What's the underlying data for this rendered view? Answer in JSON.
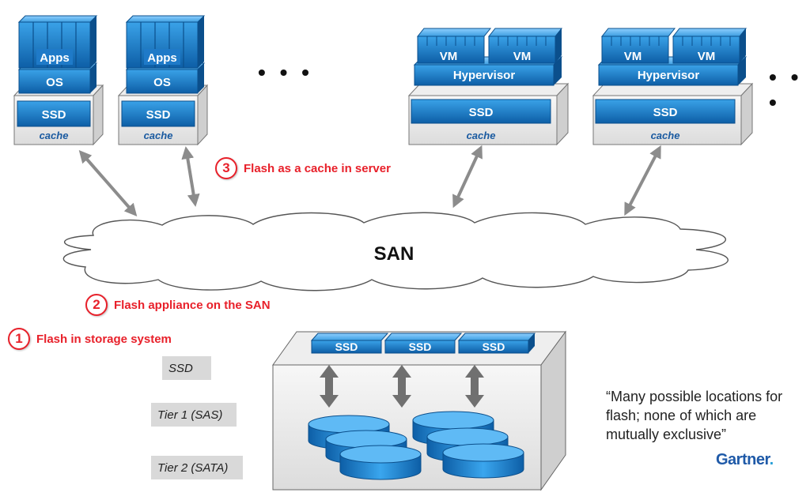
{
  "labels": {
    "apps": "Apps",
    "os": "OS",
    "ssd": "SSD",
    "cache": "cache",
    "vm": "VM",
    "hypervisor": "Hypervisor",
    "san": "SAN",
    "ellipsis": "• • •"
  },
  "callouts": [
    {
      "num": "3",
      "text": "Flash as a cache in server"
    },
    {
      "num": "2",
      "text": "Flash appliance on the SAN"
    },
    {
      "num": "1",
      "text": "Flash in storage system"
    }
  ],
  "tiers": [
    "SSD",
    "Tier 1 (SAS)",
    "Tier 2 (SATA)"
  ],
  "quote": "“Many possible locations for flash; none of which are mutually exclusive”",
  "brand": {
    "name": "Gartner",
    "dot": "."
  },
  "colors": {
    "accent_red": "#e8202a",
    "block_blue": "#1a78c2",
    "arrow_gray": "#8c8c8c"
  }
}
